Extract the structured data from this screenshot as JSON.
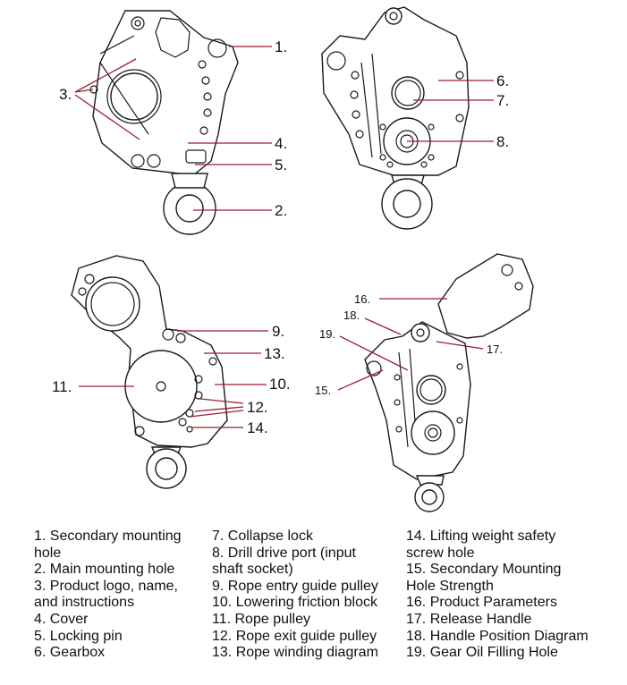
{
  "callouts": {
    "c1": "1.",
    "c2": "2.",
    "c3": "3.",
    "c4": "4.",
    "c5": "5.",
    "c6": "6.",
    "c7": "7.",
    "c8": "8.",
    "c9": "9.",
    "c10": "10.",
    "c11": "11.",
    "c12": "12.",
    "c13": "13.",
    "c14": "14.",
    "c15": "15.",
    "c16": "16.",
    "c17": "17.",
    "c18": "18.",
    "c19": "19."
  },
  "legend": {
    "items": [
      "1. Secondary mounting\nhole",
      "2. Main mounting hole",
      "3. Product logo, name,\nand instructions",
      "4. Cover",
      "5. Locking pin",
      "6. Gearbox",
      "7. Collapse lock",
      "8. Drill drive port (input\nshaft socket)",
      "9. Rope entry guide pulley",
      "10. Lowering friction block",
      "11. Rope pulley",
      "12. Rope exit guide pulley",
      "13. Rope winding diagram",
      "14. Lifting weight safety\nscrew hole",
      "15. Secondary Mounting\nHole Strength",
      "16. Product Parameters",
      "17. Release Handle",
      "18. Handle Position Diagram",
      "19. Gear Oil Filling Hole"
    ]
  },
  "colors": {
    "leader": "#9a1f2c",
    "outline": "#1a1a1a"
  }
}
